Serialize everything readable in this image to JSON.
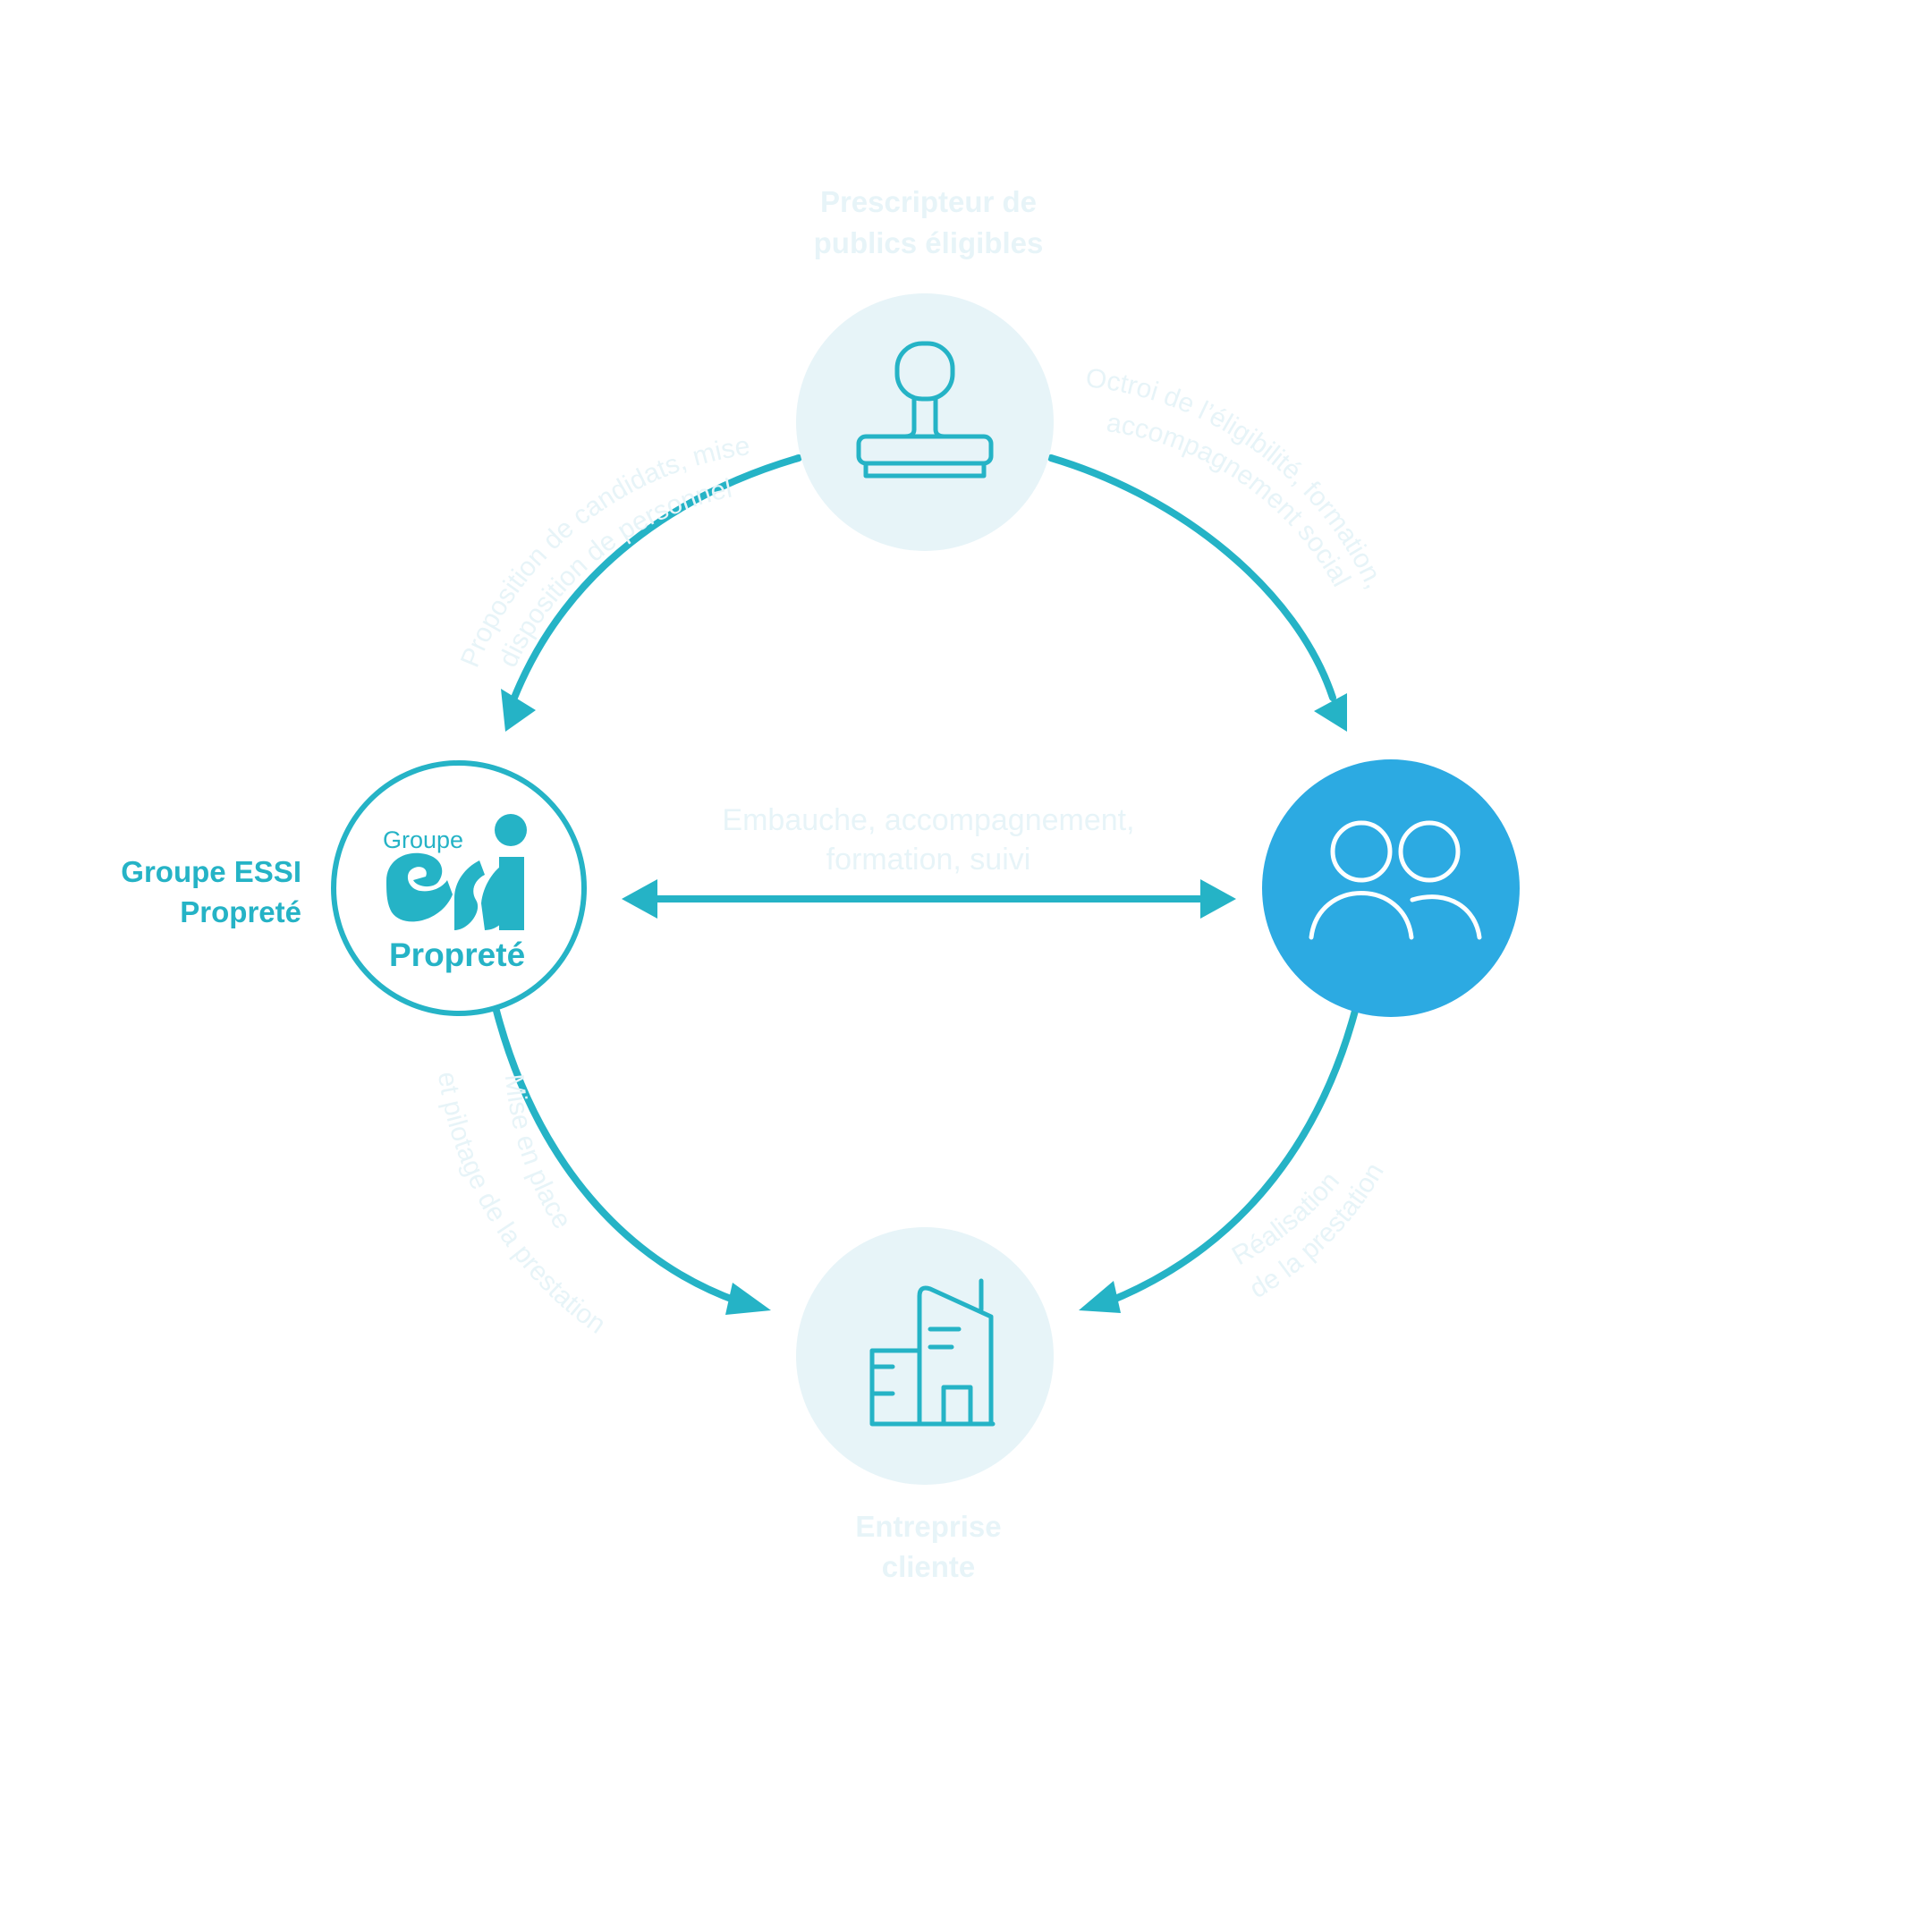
{
  "colors": {
    "accent": "#25b3c6",
    "accent_blue": "#2caae2",
    "node_fill": "#e7f4f8",
    "faint_text": "#e7f4f8",
    "background": "#ffffff"
  },
  "nodes": {
    "prescriber": {
      "title_line1": "Prescripteur de",
      "title_line2": "publics éligibles",
      "icon": "stamp-icon"
    },
    "essi": {
      "title_line1": "Groupe ESSI",
      "title_line2": "Propreté",
      "logo_top": "Groupe",
      "logo_bottom": "Propreté",
      "icon": "essi-logo"
    },
    "employees": {
      "icon": "people-icon"
    },
    "client": {
      "title_line1": "Entreprise",
      "title_line2": "cliente",
      "icon": "building-icon"
    }
  },
  "flows": {
    "prescriber_to_essi": {
      "line1": "Proposition de candidats, mise à",
      "line2": "disposition de personnel"
    },
    "prescriber_to_employees": {
      "line1": "Octroi de l’éligibilité, formation,",
      "line2": "accompagnement social"
    },
    "essi_employees": {
      "line1": "Embauche, accompagnement,",
      "line2": "formation, suivi"
    },
    "essi_to_client": {
      "line1": "Mise en place",
      "line2": "et pilotage de la prestation"
    },
    "employees_to_client": {
      "line1": "Réalisation",
      "line2": "de la prestation"
    }
  }
}
